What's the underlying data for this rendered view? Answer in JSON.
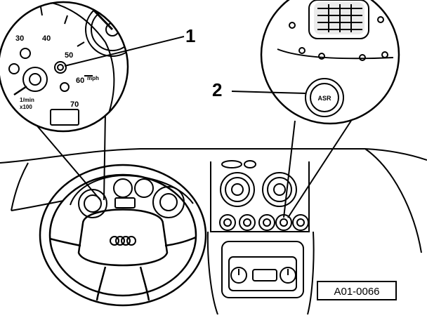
{
  "callouts": [
    {
      "number": "1"
    },
    {
      "number": "2"
    }
  ],
  "speedometer": {
    "scale_labels": [
      "30",
      "40",
      "50",
      "60",
      "70"
    ],
    "unit_superscript": "mph",
    "rpm_unit": "1/min",
    "rpm_multiplier": "x100"
  },
  "asr_button": {
    "label": "ASR"
  },
  "steering_wheel": {
    "logo": "four-rings"
  },
  "reference": {
    "code": "A01-0066"
  }
}
